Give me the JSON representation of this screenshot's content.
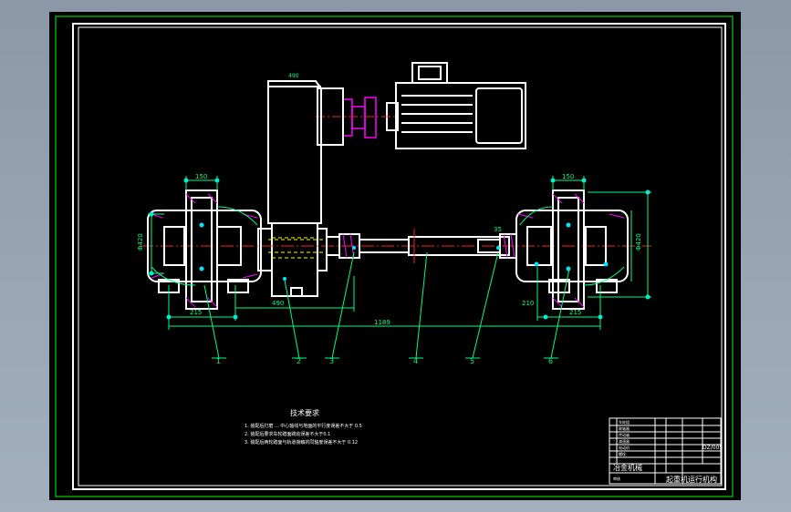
{
  "colors": {
    "background": "#000000",
    "frame": "#00ff00",
    "outline": "#ffffff",
    "dimension": "#00ff7f",
    "centerline": "#ff2020",
    "hidden": "#ffff00",
    "accent": "#ff00ff",
    "marker": "#00e5ff"
  },
  "dimensions": {
    "wheel_width_left": "150",
    "wheel_width_right": "150",
    "wheel_dia_left": "Φ420",
    "wheel_dia_right": "Φ420",
    "offset_left": "215",
    "offset_right": "215",
    "gearbox_width": "490",
    "total_length": "1189",
    "coupling_gap": "35",
    "bearing_right": "210"
  },
  "leaders": [
    "1",
    "2",
    "3",
    "4",
    "5",
    "6"
  ],
  "notes": {
    "title": "技术要求",
    "line1": "1. 装配后打磨 ... 中心轴线与地面的平行度误差不大于  0.5",
    "line2": "2. 装配后要求车轮踏面跳动误差不大于0.1",
    "line3": "3. 装配后两轮踏面与轨道接触的同轴度误差不大于    0.12"
  },
  "title_block": {
    "rows": [
      "车轮组",
      "联轴器",
      "传动轴",
      "减速器",
      "电动机",
      "螺栓"
    ],
    "drawing_no": "DZ/005",
    "department": "冶金机械",
    "name": "起重机运行机构",
    "approval": "审核"
  }
}
